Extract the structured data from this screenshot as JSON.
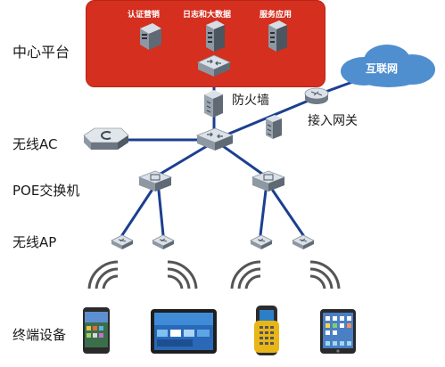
{
  "rows": {
    "center": "中心平台",
    "ac": "无线AC",
    "poe": "POE交换机",
    "ap": "无线AP",
    "terminals": "终端设备"
  },
  "services": [
    "认证营销",
    "日志和大数据",
    "服务应用"
  ],
  "nodes": {
    "firewall": "防火墙",
    "gateway": "接入网关",
    "internet": "互联网"
  },
  "colors": {
    "panel": "#d42f1f",
    "link": "#1c3f8f",
    "cloud": "#4f8fd0",
    "wifi": "#555555"
  },
  "icons": [
    "server-icon",
    "switch-icon",
    "firewall-icon",
    "router-icon",
    "ac-controller-icon",
    "access-point-icon",
    "wifi-signal-icon",
    "cloud-icon",
    "smartphone-icon",
    "tablet-icon",
    "handheld-terminal-icon",
    "ipad-icon"
  ]
}
